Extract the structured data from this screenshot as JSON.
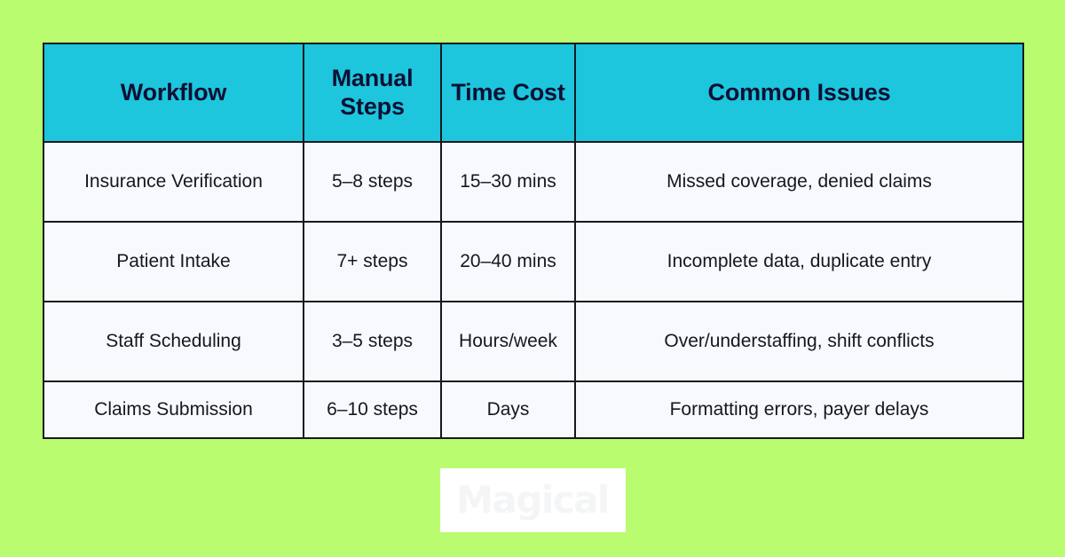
{
  "background_color": "#b9fc70",
  "table": {
    "header_background": "#1dc6dd",
    "header_text_color": "#0d1033",
    "cell_background": "#f8f9fc",
    "cell_text_color": "#14181f",
    "border_color": "#14181f",
    "columns": [
      {
        "key": "workflow",
        "label": "Workflow"
      },
      {
        "key": "manual_steps",
        "label": "Manual Steps"
      },
      {
        "key": "time_cost",
        "label": "Time Cost"
      },
      {
        "key": "common_issues",
        "label": "Common Issues"
      }
    ],
    "rows": [
      {
        "workflow": "Insurance Verification",
        "manual_steps": "5–8 steps",
        "time_cost": "15–30 mins",
        "common_issues": "Missed coverage, denied claims"
      },
      {
        "workflow": "Patient Intake",
        "manual_steps": "7+ steps",
        "time_cost": "20–40 mins",
        "common_issues": "Incomplete data, duplicate entry"
      },
      {
        "workflow": "Staff Scheduling",
        "manual_steps": "3–5 steps",
        "time_cost": "Hours/week",
        "common_issues": "Over/understaffing, shift conflicts"
      },
      {
        "workflow": "Claims Submission",
        "manual_steps": "6–10 steps",
        "time_cost": "Days",
        "common_issues": "Formatting errors, payer delays"
      }
    ]
  },
  "logo": {
    "text": "Magical",
    "box_color": "#ffffff",
    "text_color": "#f4f5f6"
  }
}
